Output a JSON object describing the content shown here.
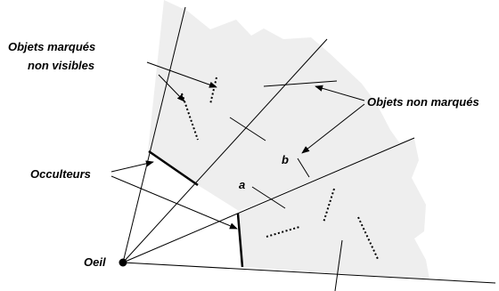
{
  "labels": {
    "marked_hidden_line1": "Objets marqués",
    "marked_hidden_line2": "non visibles",
    "unmarked": "Objets non marqués",
    "occluders": "Occulteurs",
    "eye": "Oeil",
    "object_a": "a",
    "object_b": "b"
  },
  "colors": {
    "shadow_fill": "#eeeeee",
    "line": "#000000",
    "background": "#ffffff"
  }
}
